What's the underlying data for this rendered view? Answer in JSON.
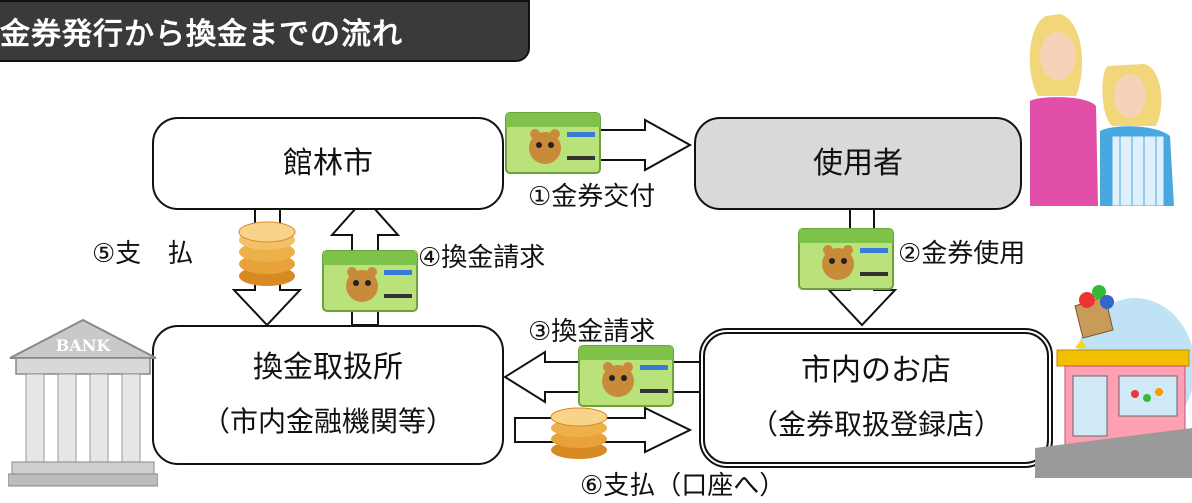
{
  "title": "金券発行から換金までの流れ",
  "nodes": {
    "city": {
      "name": "館林市"
    },
    "user": {
      "name": "使用者"
    },
    "exchange": {
      "name": "換金取扱所",
      "sub": "（市内金融機関等）"
    },
    "shop": {
      "name": "市内のお店",
      "sub": "（金券取扱登録店）"
    }
  },
  "labels": {
    "step1": "①金券交付",
    "step2": "②金券使用",
    "step3": "③換金請求",
    "step4": "④換金請求",
    "step5": "⑤支　払",
    "step6": "⑥支払（口座へ）",
    "bank_sign": "BANK"
  },
  "colors": {
    "title_bg": "#3a3a3a",
    "user_box": "#d9d9d9",
    "voucher": "#9fd86a",
    "coin": "#e8a23a"
  },
  "icons": [
    "voucher-card-icon",
    "coin-stack-icon",
    "bank-building-icon",
    "shop-building-icon",
    "women-illustration-icon"
  ]
}
